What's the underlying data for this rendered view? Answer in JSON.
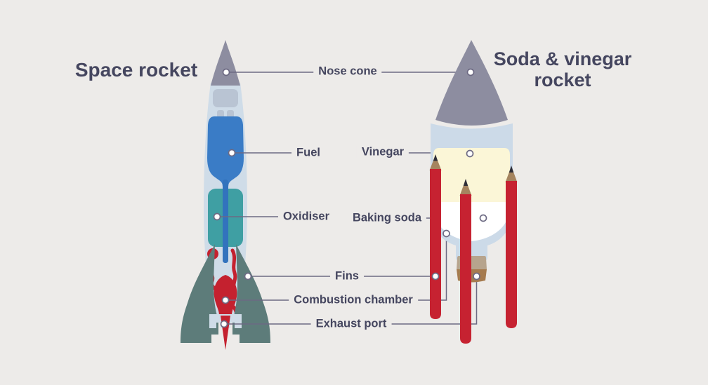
{
  "titles": {
    "left": "Space rocket",
    "right": "Soda & vinegar rocket"
  },
  "labels": {
    "nose_cone": "Nose cone",
    "fuel": "Fuel",
    "vinegar": "Vinegar",
    "oxidiser": "Oxidiser",
    "baking_soda": "Baking soda",
    "fins": "Fins",
    "combustion_chamber": "Combustion chamber",
    "exhaust_port": "Exhaust port"
  },
  "colors": {
    "background": "#edebe9",
    "text": "#45465f",
    "leader": "#6d6a83",
    "cone_gray": "#8d8da0",
    "rocket_body": "#cfdce8",
    "equipment_gray": "#b9c4d3",
    "equipment_bar": "#a7bacd",
    "fuel_blue": "#3a7cc6",
    "pipe_blue": "#3273bd",
    "oxidiser_teal": "#3f9fa3",
    "combustion_red": "#c4212f",
    "fins_green": "#5d7c7a",
    "bottle_blue": "#ccdae8",
    "vinegar_yellow": "#fbf6d7",
    "baking_soda_white": "#ffffff",
    "cork_light": "#b7a48d",
    "cork_dark": "#a67b4f",
    "pencil_red": "#c62231",
    "pencil_wood": "#a5845f",
    "pencil_graphite": "#2e2e38",
    "dot_fill": "#ffffff"
  }
}
